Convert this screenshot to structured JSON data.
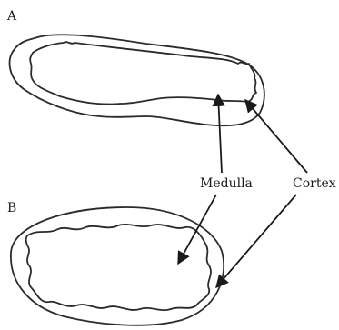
{
  "panels": {
    "a": {
      "letter": "A"
    },
    "b": {
      "letter": "B"
    }
  },
  "callouts": {
    "medulla": "Medulla",
    "cortex": "Cortex"
  }
}
